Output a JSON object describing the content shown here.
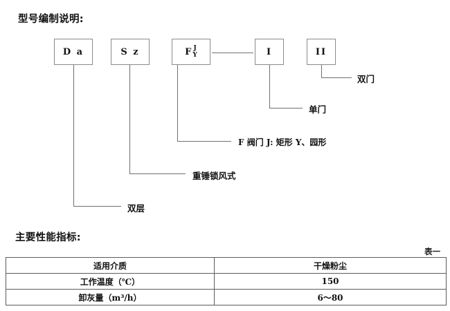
{
  "headings": {
    "model_designation": "型号编制说明:",
    "performance": "主要性能指标:"
  },
  "diagram": {
    "boxes": [
      {
        "id": "box-da",
        "label": "D a"
      },
      {
        "id": "box-sz",
        "label": "S z"
      },
      {
        "id": "box-f",
        "label": "F",
        "numerator": "J",
        "denominator": "Y"
      },
      {
        "id": "box-i",
        "label": "I"
      },
      {
        "id": "box-ii",
        "label": "II"
      }
    ],
    "labels": [
      {
        "id": "label-shuangmen",
        "text": "双门"
      },
      {
        "id": "label-danmen",
        "text": "单门"
      },
      {
        "id": "label-famen",
        "text": "F 阀门 J: 矩形  Y、园形"
      },
      {
        "id": "label-zhongchui",
        "text": "重锤锁风式"
      },
      {
        "id": "label-shuangceng",
        "text": "双层"
      }
    ]
  },
  "table": {
    "caption": "表一",
    "rows": [
      {
        "label": "适用介质",
        "value": "干燥粉尘"
      },
      {
        "label": "工作温度（℃）",
        "value": "150"
      },
      {
        "label": "卸灰量（m³/h）",
        "value": "6～80"
      }
    ]
  },
  "colors": {
    "line": "#6f6f6f",
    "table_border": "#5a5a5a",
    "text": "#111111"
  }
}
